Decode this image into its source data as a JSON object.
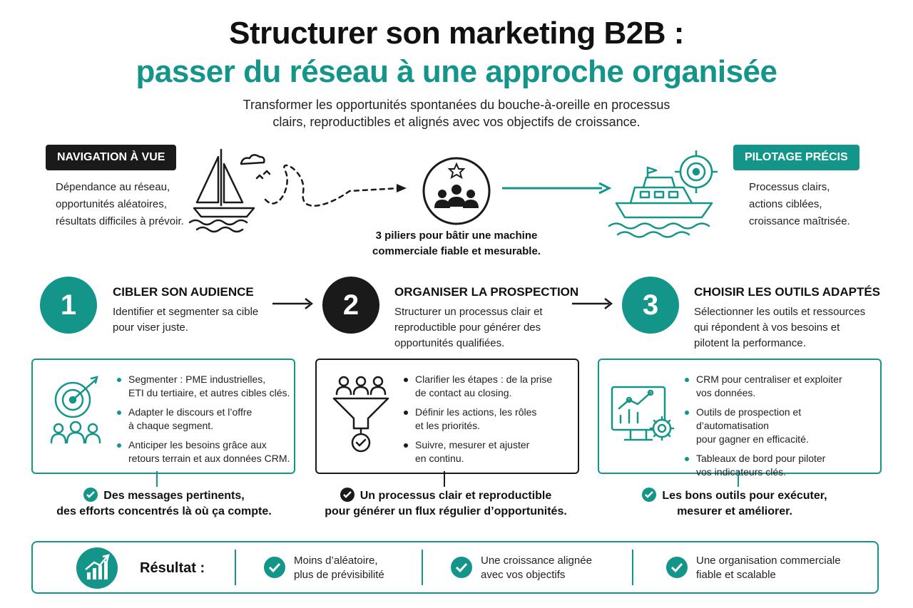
{
  "header": {
    "title_line1": "Structurer son marketing B2B :",
    "title_line2": "passer du réseau à une approche organisée",
    "subtitle_line1": "Transformer les opportunités spontanées du bouche-à-oreille en processus",
    "subtitle_line2": "clairs, reproductibles et alignés avec vos objectifs de croissance."
  },
  "before": {
    "tag": "NAVIGATION À VUE",
    "lines": [
      "Dépendance au réseau,",
      "opportunités aléatoires,",
      "résultats difficiles à prévoir."
    ]
  },
  "center": {
    "caption_line1": "3 piliers pour bâtir une machine",
    "caption_line2": "commerciale fiable et mesurable."
  },
  "after": {
    "tag": "PILOTAGE PRÉCIS",
    "lines": [
      "Processus clairs,",
      "actions ciblées,",
      "croissance maîtrisée."
    ]
  },
  "pillars": [
    {
      "number": "1",
      "title": "CIBLER SON AUDIENCE",
      "desc": [
        "Identifier et segmenter sa cible",
        "pour viser juste."
      ],
      "bullets": [
        [
          "Segmenter : PME industrielles,",
          "ETI du tertiaire, et autres cibles clés."
        ],
        [
          "Adapter le discours et l’offre",
          "à chaque segment."
        ],
        [
          "Anticiper les besoins grâce aux",
          "retours terrain et aux données CRM."
        ]
      ],
      "outcome": [
        "Des messages pertinents,",
        "des efforts concentrés là où ça compte."
      ]
    },
    {
      "number": "2",
      "title": "ORGANISER LA PROSPECTION",
      "desc": [
        "Structurer un processus clair et",
        "reproductible pour générer des",
        "opportunités qualifiées."
      ],
      "bullets": [
        [
          "Clarifier les étapes : de la prise",
          "de contact au closing."
        ],
        [
          "Définir les actions, les rôles",
          "et les priorités."
        ],
        [
          "Suivre, mesurer et ajuster",
          "en continu."
        ]
      ],
      "outcome": [
        "Un processus clair et reproductible",
        "pour générer un flux régulier d’opportunités."
      ]
    },
    {
      "number": "3",
      "title": "CHOISIR LES OUTILS ADAPTÉS",
      "desc": [
        "Sélectionner les outils et ressources",
        "qui répondent à vos besoins et",
        "pilotent la performance."
      ],
      "bullets": [
        [
          "CRM pour centraliser et exploiter",
          "vos données."
        ],
        [
          "Outils de prospection et d’automatisation",
          "pour gagner en efficacité."
        ],
        [
          "Tableaux de bord pour piloter",
          "vos indicateurs clés."
        ]
      ],
      "outcome": [
        "Les bons outils pour exécuter,",
        "mesurer et améliorer."
      ]
    }
  ],
  "result": {
    "label": "Résultat :",
    "items": [
      [
        "Moins d’aléatoire,",
        "plus de prévisibilité"
      ],
      [
        "Une croissance alignée",
        "avec vos objectifs"
      ],
      [
        "Une organisation commerciale",
        "fiable et scalable"
      ]
    ]
  },
  "colors": {
    "teal": "#14958a",
    "dark": "#1a1a1a"
  },
  "icons": [
    "sailboat-icon",
    "cloud-icon",
    "birds-icon",
    "team-star-icon",
    "motorboat-icon",
    "target-icon",
    "audience-target-icon",
    "funnel-icon",
    "dashboard-gear-icon",
    "growth-chart-icon",
    "check-icon"
  ]
}
